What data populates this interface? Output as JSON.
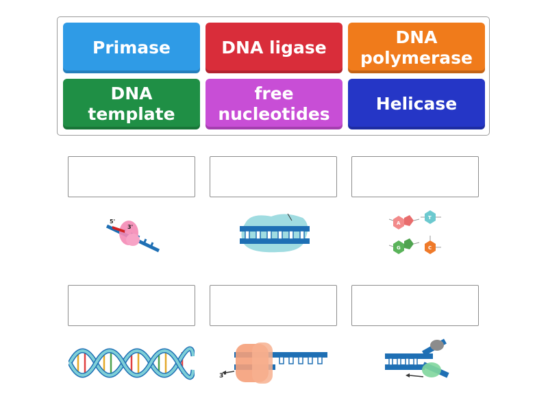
{
  "tiles": [
    {
      "label": "Primase",
      "color": "#2f9be6"
    },
    {
      "label": "DNA ligase",
      "color": "#d92d3a"
    },
    {
      "label": "DNA polymerase",
      "color": "#f07b1b"
    },
    {
      "label": "DNA template",
      "color": "#1f8f45"
    },
    {
      "label": "free nucleotides",
      "color": "#c84ed6"
    },
    {
      "label": "Helicase",
      "color": "#2536c6"
    }
  ],
  "pictures": {
    "primase": {
      "primer_5": "5'",
      "primer_3": "3'"
    },
    "nucleotides": {
      "a": "A",
      "t": "T",
      "g": "G",
      "c": "C"
    },
    "polymerase": {
      "end_3": "3'"
    }
  },
  "colors": {
    "dna_blue": "#1e6fb4",
    "dna_teal": "#7fd0d8",
    "slot_border": "#8c8c8c"
  }
}
